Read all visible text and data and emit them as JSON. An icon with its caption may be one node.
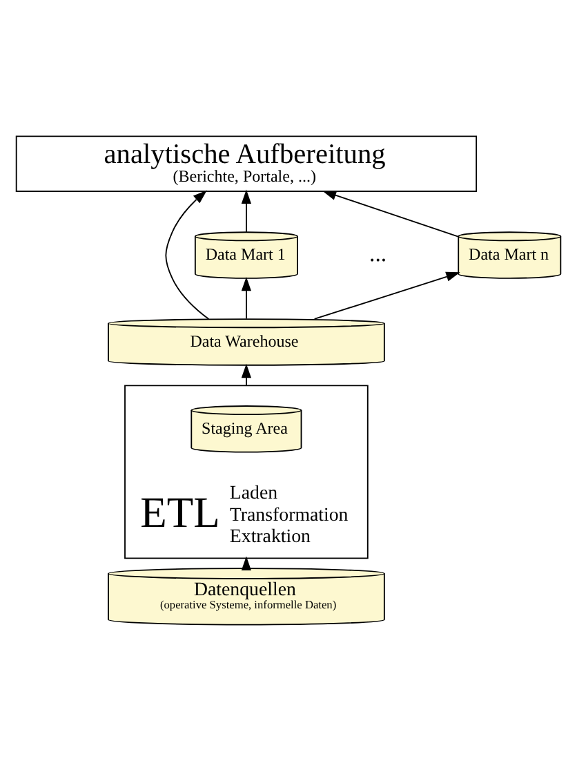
{
  "diagram": {
    "nodes": [
      {
        "text": [
          "analytische Aufbereitung",
          "(Berichte, Portale, ...)"
        ]
      },
      {
        "text": [
          "Data Mart 1"
        ]
      },
      {
        "text": [
          "Data Mart n"
        ]
      },
      {
        "text": [
          "Data Warehouse"
        ]
      },
      {
        "text": [
          "ETL",
          "Laden",
          "Transformation",
          "Extraktion"
        ]
      },
      {
        "text": [
          "Staging Area"
        ],
        "in": 4
      },
      {
        "text": [
          "Datenquellen",
          "(operative Systeme, informelle Daten)"
        ]
      }
    ],
    "edges": [
      {
        "from": 1,
        "to": 0,
        "arrow": "to"
      },
      {
        "from": 2,
        "to": 0,
        "arrow": "to"
      },
      {
        "from": 3,
        "to": 1,
        "arrow": "to"
      },
      {
        "from": 3,
        "to": 2,
        "arrow": "to"
      },
      {
        "from": 3,
        "to": 0,
        "arrow": "to"
      },
      {
        "from": 6,
        "to": 4,
        "arrow": "to"
      },
      {
        "from": 4,
        "to": 3,
        "arrow": "to"
      }
    ],
    "labels": [
      "..."
    ]
  }
}
